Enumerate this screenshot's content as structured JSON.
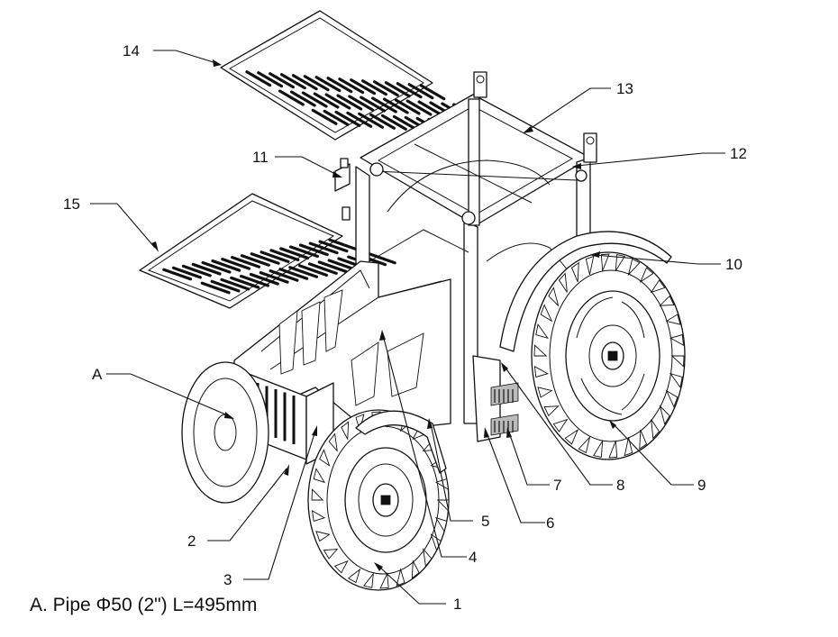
{
  "callouts": [
    {
      "id": "c1",
      "label": "1"
    },
    {
      "id": "c2",
      "label": "2"
    },
    {
      "id": "c3",
      "label": "3"
    },
    {
      "id": "c4",
      "label": "4"
    },
    {
      "id": "c5",
      "label": "5"
    },
    {
      "id": "c6",
      "label": "6"
    },
    {
      "id": "c7",
      "label": "7"
    },
    {
      "id": "c8",
      "label": "8"
    },
    {
      "id": "c9",
      "label": "9"
    },
    {
      "id": "c10",
      "label": "10"
    },
    {
      "id": "c11",
      "label": "11"
    },
    {
      "id": "c12",
      "label": "12"
    },
    {
      "id": "c13",
      "label": "13"
    },
    {
      "id": "c14",
      "label": "14"
    },
    {
      "id": "c15",
      "label": "15"
    },
    {
      "id": "cA",
      "label": "A"
    }
  ],
  "footnote": "A. Pipe Φ50 (2\") L=495mm"
}
